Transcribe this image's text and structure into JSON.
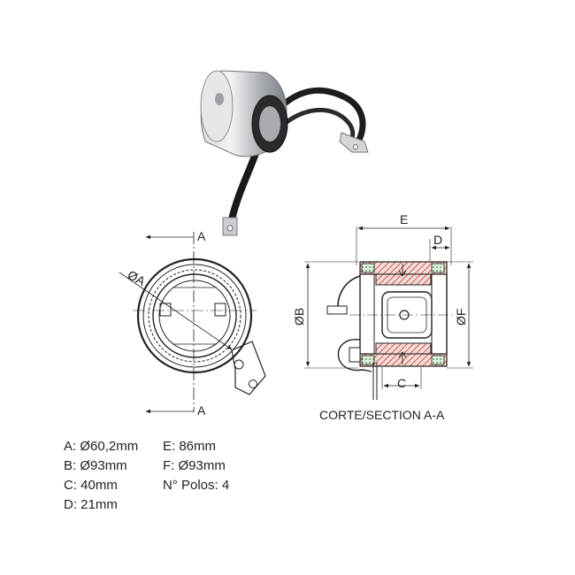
{
  "diagram": {
    "section_labels": {
      "top": "A",
      "bottom": "A"
    },
    "front_view": {
      "diameter_label": "ØA"
    },
    "section_view": {
      "dim_labels": {
        "E": "E",
        "D": "D",
        "B": "ØB",
        "F": "ØF",
        "C": "C"
      },
      "caption": "CORTE/SECTION  A-A"
    }
  },
  "specs": {
    "A": "A: Ø60,2mm",
    "B": "B: Ø93mm",
    "C": "C: 40mm",
    "D": "D: 21mm",
    "E": "E: 86mm",
    "F": "F: Ø93mm",
    "poles": "N° Polos: 4"
  },
  "colors": {
    "line": "#222222",
    "hatch_red": "#c23b2f",
    "hatch_green": "#3e8a3e",
    "metal": "#b9bcc0"
  }
}
